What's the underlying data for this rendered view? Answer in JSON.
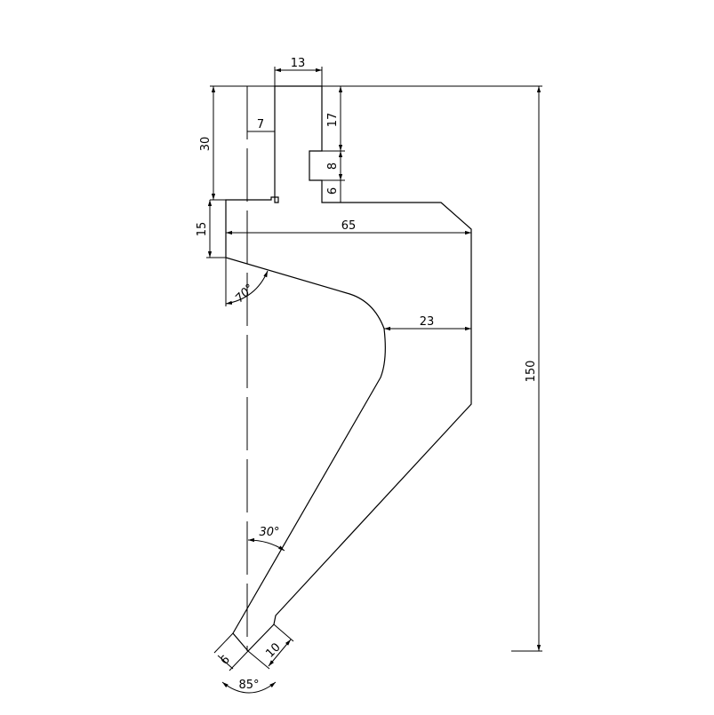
{
  "drawing": {
    "dimensions": {
      "slot_width": "13",
      "top_depth": "17",
      "step_height": "8",
      "lower_step": "6",
      "shank_height": "30",
      "tang_offset": "7",
      "shoulder_height": "15",
      "body_width": "65",
      "neck_offset": "23",
      "total_height": "150",
      "shoulder_angle": "70°",
      "flank_angle": "30°",
      "tip_left": "6",
      "tip_right": "10",
      "tip_angle": "85°"
    }
  }
}
